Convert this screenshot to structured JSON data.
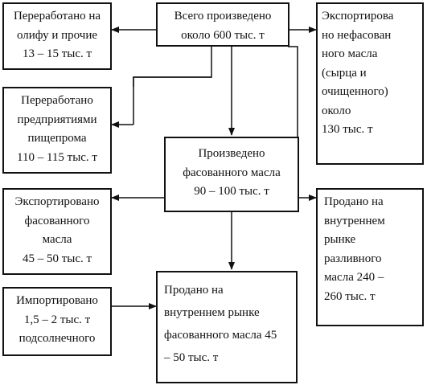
{
  "nodes": {
    "total": {
      "lines": [
        "Всего произведено",
        "около 600 тыс. т"
      ]
    },
    "olifa": {
      "lines": [
        "Переработано на",
        "олифу и прочие",
        "13 – 15 тыс. т"
      ]
    },
    "export_unpacked": {
      "lines": [
        "Экспортирова",
        "но нефасован",
        "ного масла",
        "(сырца и",
        "очищенного)",
        "около",
        "130 тыс. т"
      ]
    },
    "food_industry": {
      "lines": [
        "Переработано",
        "предприятиями",
        "пищепрома",
        "110 – 115 тыс. т"
      ]
    },
    "packed_produced": {
      "lines": [
        "Произведено",
        "фасованного масла",
        "90 – 100 тыс. т"
      ]
    },
    "export_packed": {
      "lines": [
        "Экспортировано",
        "фасованного",
        "масла",
        "45 – 50 тыс. т"
      ]
    },
    "sold_bulk": {
      "lines": [
        "Продано на",
        "внутреннем",
        "рынке",
        "разливного",
        "масла 240 –",
        "260 тыс. т"
      ]
    },
    "imported": {
      "lines": [
        "Импортировано",
        "1,5 – 2 тыс. т",
        "подсолнечного"
      ]
    },
    "sold_packed": {
      "lines": [
        "Продано на",
        "внутреннем рынке",
        "фасованного масла 45",
        "– 50 тыс. т"
      ]
    }
  }
}
